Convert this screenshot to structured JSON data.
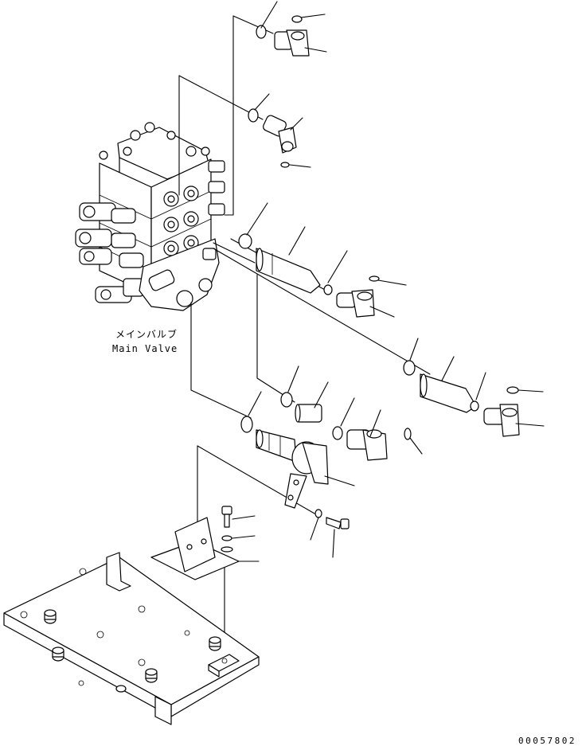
{
  "labels": {
    "main_valve_jp": "メインバルブ",
    "main_valve_en": "Main Valve"
  },
  "drawing_code": "00057802"
}
